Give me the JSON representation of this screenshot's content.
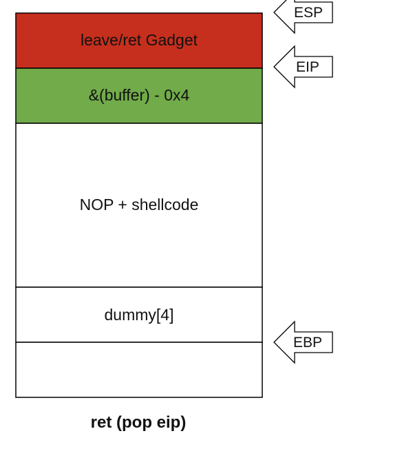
{
  "stack": {
    "cells": [
      {
        "label": "leave/ret Gadget",
        "fill": "#c62f1d"
      },
      {
        "label": "&(buffer) - 0x4",
        "fill": "#71ab4a"
      },
      {
        "label": "NOP + shellcode",
        "fill": "#ffffff"
      },
      {
        "label": "dummy[4]",
        "fill": "#ffffff"
      },
      {
        "label": "",
        "fill": "#ffffff"
      }
    ],
    "border_color": "#000000"
  },
  "pointers": {
    "esp": "ESP",
    "eip": "EIP",
    "ebp": "EBP"
  },
  "caption": "ret (pop eip)"
}
